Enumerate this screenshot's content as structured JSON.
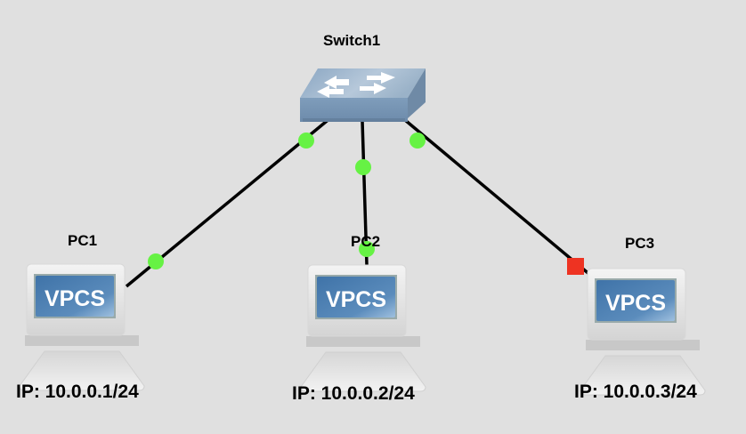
{
  "topology": {
    "switch": {
      "name": "Switch1"
    },
    "pcs": [
      {
        "name": "PC1",
        "screen_text": "VPCS",
        "ip_label": "IP: 10.0.0.1/24"
      },
      {
        "name": "PC2",
        "screen_text": "VPCS",
        "ip_label": "IP: 10.0.0.2/24"
      },
      {
        "name": "PC3",
        "screen_text": "VPCS",
        "ip_label": "IP: 10.0.0.3/24"
      }
    ],
    "links": [
      {
        "from": "Switch1",
        "to": "PC1",
        "switch_end_status": "up",
        "pc_end_status": "up"
      },
      {
        "from": "Switch1",
        "to": "PC2",
        "switch_end_status": "up",
        "pc_end_status": "up"
      },
      {
        "from": "Switch1",
        "to": "PC3",
        "switch_end_status": "up",
        "pc_end_status": "down"
      }
    ],
    "status_colors": {
      "up": "#66f244",
      "down": "#ee3322"
    }
  }
}
